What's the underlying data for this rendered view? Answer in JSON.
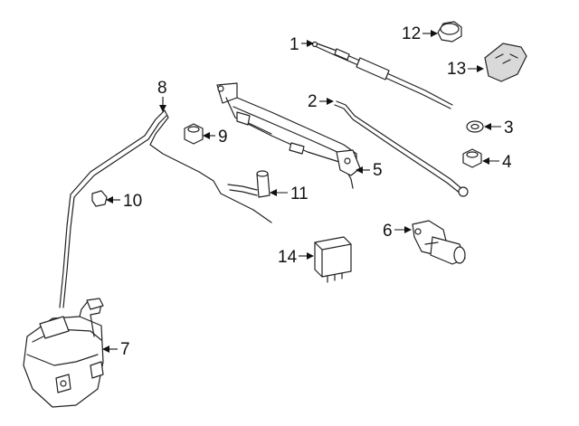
{
  "callouts": [
    "1",
    "2",
    "3",
    "4",
    "5",
    "6",
    "7",
    "8",
    "9",
    "10",
    "11",
    "12",
    "13",
    "14"
  ],
  "parts": [
    {
      "id": "1",
      "icon": "wiper-blade"
    },
    {
      "id": "2",
      "icon": "wiper-arm"
    },
    {
      "id": "3",
      "icon": "washer-ring"
    },
    {
      "id": "4",
      "icon": "nut"
    },
    {
      "id": "5",
      "icon": "linkage-assembly"
    },
    {
      "id": "6",
      "icon": "wiper-motor"
    },
    {
      "id": "7",
      "icon": "washer-reservoir"
    },
    {
      "id": "8",
      "icon": "washer-hose"
    },
    {
      "id": "9",
      "icon": "nut"
    },
    {
      "id": "10",
      "icon": "grommet"
    },
    {
      "id": "11",
      "icon": "elbow-connector"
    },
    {
      "id": "12",
      "icon": "cap"
    },
    {
      "id": "13",
      "icon": "pivot-cover"
    },
    {
      "id": "14",
      "icon": "relay-module"
    }
  ]
}
